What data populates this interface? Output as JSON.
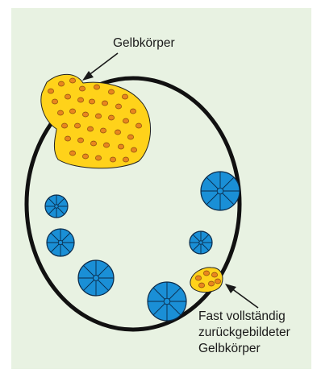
{
  "colors": {
    "background_panel": "#e8f2e2",
    "ovary_outline": "#111111",
    "corpus_luteum_fill": "#ffd21a",
    "corpus_luteum_dots": "#e8861e",
    "follicle_fill": "#1a8fd6",
    "follicle_lines": "#0b2b4a",
    "arrow": "#1a1a1a"
  },
  "icons": {
    "large_body": "corpus-luteum-shape",
    "small_body": "regressed-corpus-luteum-shape",
    "follicles": "follicle-circle"
  },
  "labels": {
    "top": "Gelbkörper",
    "bottom_line1": "Fast vollständig",
    "bottom_line2": "zurückgebildeter",
    "bottom_line3": "Gelbkörper"
  }
}
